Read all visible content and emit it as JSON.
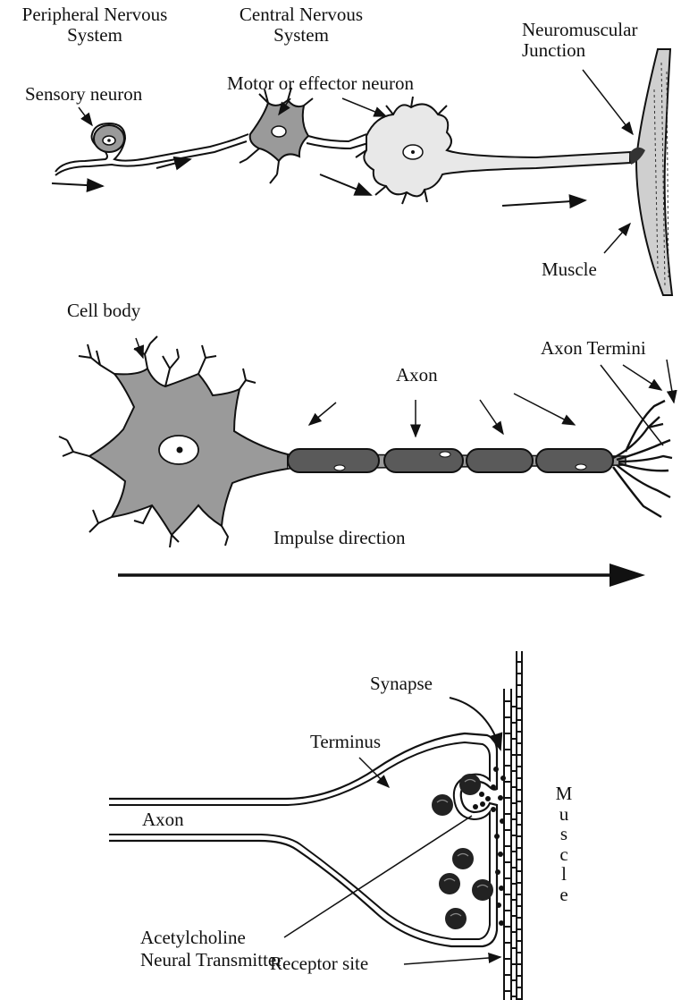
{
  "top": {
    "pns_label": "Peripheral Nervous\nSystem",
    "cns_label": "Central Nervous\nSystem",
    "nmj_label": "Neuromuscular\nJunction",
    "sensory_label": "Sensory neuron",
    "motor_label": "Motor or effector neuron",
    "muscle_label": "Muscle"
  },
  "middle": {
    "cell_body_label": "Cell body",
    "axon_label": "Axon",
    "termini_label": "Axon Termini",
    "impulse_label": "Impulse direction"
  },
  "bottom": {
    "synapse_label": "Synapse",
    "terminus_label": "Terminus",
    "axon_label": "Axon",
    "ach_label": "Acetylcholine\nNeural Transmitter",
    "receptor_label": "Receptor site",
    "muscle_vertical": [
      "M",
      "u",
      "s",
      "c",
      "l",
      "e"
    ]
  },
  "colors": {
    "ink": "#111111",
    "soma_light": "#e8e8e8",
    "soma_medium": "#9a9a9a",
    "myelin": "#5a5a5a"
  }
}
